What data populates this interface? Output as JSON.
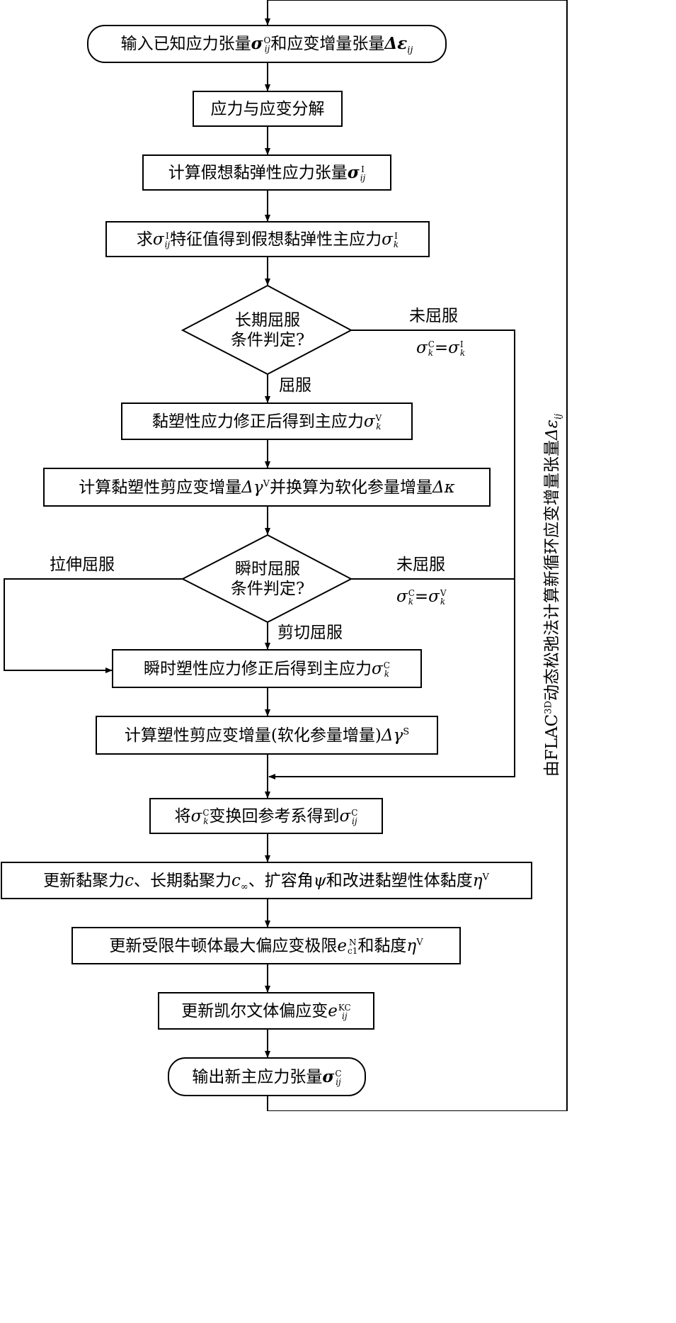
{
  "nodes": {
    "n1": {
      "text": "输入已知应力张量",
      "sym1": "σ",
      "sup1": "O",
      "sub1": "ij",
      "mid": "和应变增量张量",
      "sym2": "Δε",
      "sub2": "ij"
    },
    "n2": {
      "text": "应力与应变分解"
    },
    "n3": {
      "text": "计算假想黏弹性应力张量",
      "sym": "σ",
      "sup": "I",
      "sub": "ij"
    },
    "n4": {
      "pre": "求",
      "sym1": "σ",
      "sup1": "I",
      "sub1": "ij",
      "mid": "特征值得到假想黏弹性主应力",
      "sym2": "σ",
      "sup2": "I",
      "sub2": "k"
    },
    "d1": {
      "line1": "长期屈服",
      "line2": "条件判定?"
    },
    "n5": {
      "text": "黏塑性应力修正后得到主应力",
      "sym": "σ",
      "sup": "V",
      "sub": "k"
    },
    "n6": {
      "text": "计算黏塑性剪应变增量",
      "sym1": "Δγ",
      "sup1": "V",
      "mid": "并换算为软化参量增量",
      "sym2": "Δκ"
    },
    "d2": {
      "line1": "瞬时屈服",
      "line2": "条件判定?"
    },
    "n7": {
      "text": "瞬时塑性应力修正后得到主应力",
      "sym": "σ",
      "sup": "C",
      "sub": "k"
    },
    "n8": {
      "text": "计算塑性剪应变增量(软化参量增量)",
      "sym": "Δγ",
      "sup": "S"
    },
    "n9": {
      "pre": "将",
      "sym1": "σ",
      "sup1": "C",
      "sub1": "k",
      "mid": "变换回参考系得到",
      "sym2": "σ",
      "sup2": "C",
      "sub2": "ij"
    },
    "n10": {
      "t1": "更新黏聚力",
      "c": "c",
      "t2": "、长期黏聚力",
      "cinf": "c",
      "cinf_sub": "∞",
      "t3": "、扩容角",
      "psi": "ψ",
      "t4": "和改进黏塑性体黏度",
      "eta": "η",
      "eta_sup": "V"
    },
    "n11": {
      "t1": "更新受限牛顿体最大偏应变极限",
      "e": "e",
      "e_sup": "N",
      "e_sub": "c1",
      "t2": "和黏度",
      "eta": "η",
      "eta_sup": "V"
    },
    "n12": {
      "text": "更新凯尔文体偏应变",
      "e": "e",
      "e_sup": "KC",
      "e_sub": "ij"
    },
    "n13": {
      "text": "输出新主应力张量",
      "sym": "σ",
      "sup": "C",
      "sub": "ij"
    }
  },
  "labels": {
    "d1_no": "未屈服",
    "d1_no_eq": {
      "s1": "σ",
      "sup1": "C",
      "sub1": "k",
      "eq": "=",
      "s2": "σ",
      "sup2": "I",
      "sub2": "k"
    },
    "d1_yes": "屈服",
    "d2_tension": "拉伸屈服",
    "d2_no": "未屈服",
    "d2_no_eq": {
      "s1": "σ",
      "sup1": "C",
      "sub1": "k",
      "eq": "=",
      "s2": "σ",
      "sup2": "V",
      "sub2": "k"
    },
    "d2_shear": "剪切屈服",
    "loop": {
      "t1": "由FLAC",
      "sup": "3D",
      "t2": "动态松弛法计算新循环应变增量张量",
      "sym": "Δε",
      "sub": "ij"
    }
  }
}
